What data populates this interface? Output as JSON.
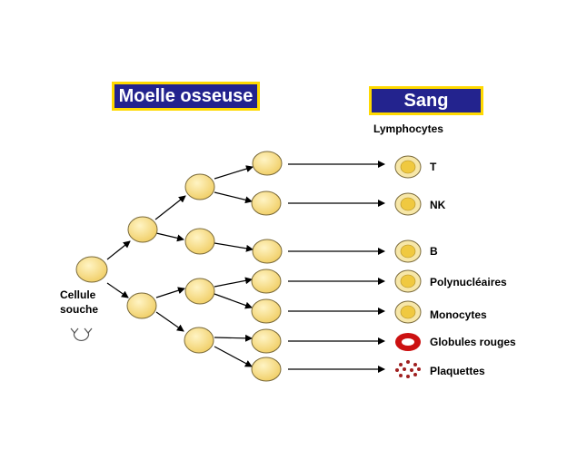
{
  "headers": {
    "moelle": "Moelle osseuse",
    "sang": "Sang"
  },
  "lymphocytes_label": "Lymphocytes",
  "stem_cell_label": [
    "Cellule",
    "souche"
  ],
  "outputs": [
    "T",
    "NK",
    "B",
    "Polynucléaires",
    "Monocytes",
    "Globules rouges",
    "Plaquettes"
  ],
  "colors": {
    "cell_fill": "#f5d97c",
    "cell_stroke": "#7a6a3a",
    "nucleus": "#f0c940",
    "header_bg": "#23238e",
    "header_border": "#ffd900",
    "rbc": "#cc1111",
    "platelet": "#a02020"
  },
  "icons": {
    "self_renewal": "circular-arrow-icon"
  }
}
